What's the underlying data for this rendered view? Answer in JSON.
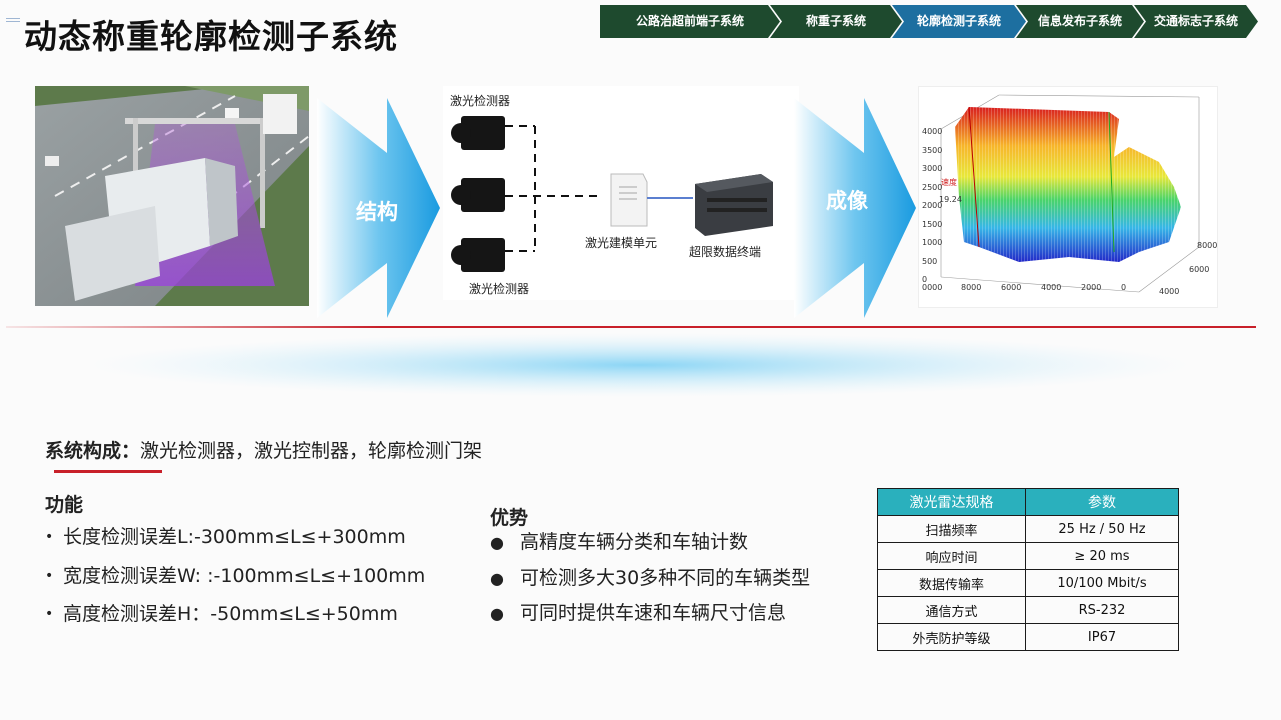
{
  "title": "动态称重轮廓检测子系统",
  "nav": [
    {
      "label": "公路治超前端子系统",
      "active": false
    },
    {
      "label": "称重子系统",
      "active": false
    },
    {
      "label": "轮廓检测子系统",
      "active": true
    },
    {
      "label": "信息发布子系统",
      "active": false
    },
    {
      "label": "交通标志子系统",
      "active": false
    }
  ],
  "arrows": {
    "structure": "结构",
    "imaging": "成像"
  },
  "diagram": {
    "laser_top": "激光检测器",
    "laser_bottom": "激光检测器",
    "modeling_unit": "激光建模单元",
    "terminal": "超限数据终端"
  },
  "plot": {
    "z_ticks": [
      "4000",
      "3500",
      "3000",
      "2500",
      "2000",
      "1500",
      "1000",
      "500",
      "0"
    ],
    "x_ticks": [
      "0000",
      "8000",
      "6000",
      "4000",
      "2000",
      "0"
    ],
    "y_ticks": [
      "8000",
      "6000",
      "4000"
    ],
    "legend_text": "速度",
    "legend_value": "19.24"
  },
  "composition": {
    "label": "系统构成：",
    "value": "激光检测器，激光控制器，轮廓检测门架"
  },
  "function": {
    "heading": "功能",
    "items": [
      "长度检测误差L:-300mm≤L≤+300mm",
      "宽度检测误差W:  :-100mm≤L≤+100mm",
      "高度检测误差H：-50mm≤L≤+50mm"
    ],
    "bullet": "•"
  },
  "advantages": {
    "heading": "优势",
    "items": [
      "高精度车辆分类和车轴计数",
      "可检测多大30多种不同的车辆类型",
      "可同时提供车速和车辆尺寸信息"
    ],
    "bullet": "●"
  },
  "spec_table": {
    "headers": [
      "激光雷达规格",
      "参数"
    ],
    "rows": [
      [
        "扫描频率",
        "25 Hz / 50 Hz"
      ],
      [
        "响应时间",
        "≥ 20 ms"
      ],
      [
        "数据传输率",
        "10/100 Mbit/s"
      ],
      [
        "通信方式",
        "RS-232"
      ],
      [
        "外壳防护等级",
        "IP67"
      ]
    ]
  },
  "colors": {
    "nav_green": "#1e4a2e",
    "nav_active": "#1d6fa0",
    "accent_red": "#c8202a",
    "table_header": "#2ab0bd"
  }
}
